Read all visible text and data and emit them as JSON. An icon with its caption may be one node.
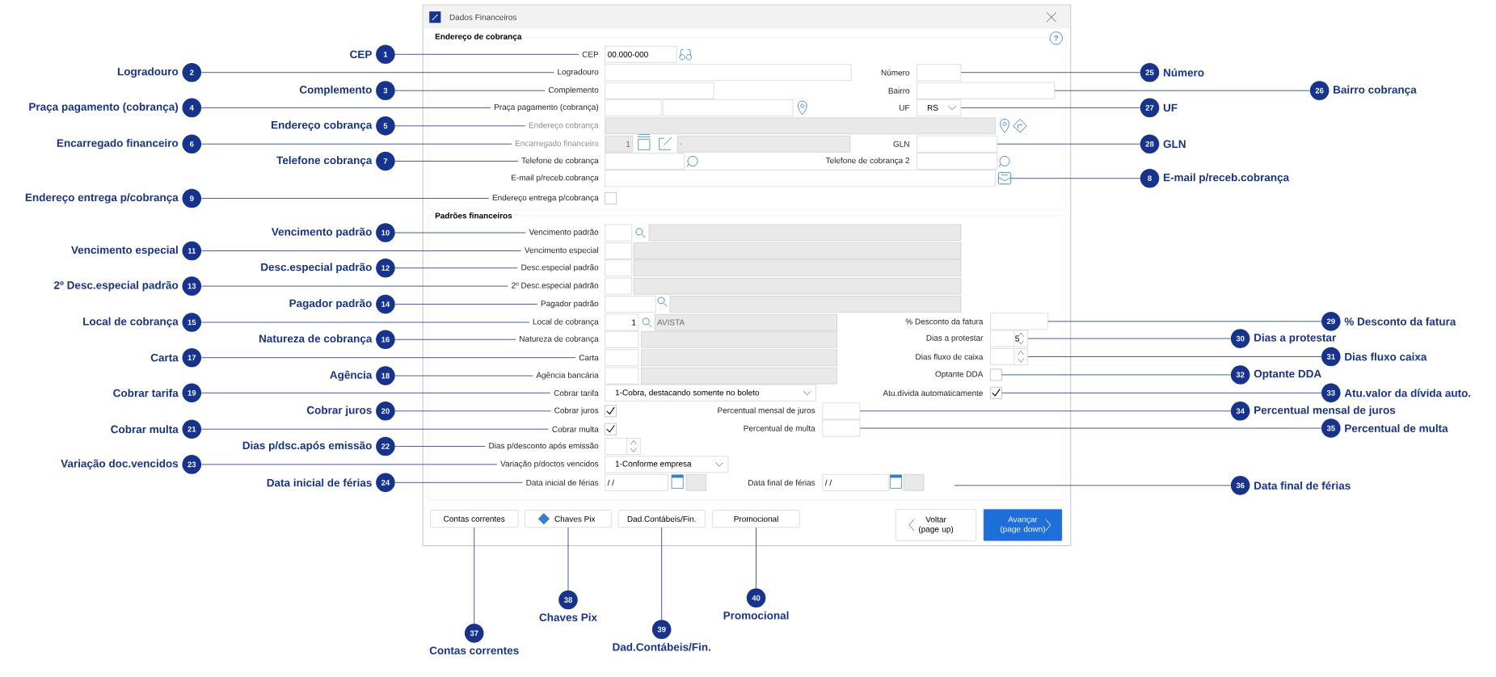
{
  "diagram": {
    "nodes": [
      {
        "text": [
          "Dados Financeiros"
        ]
      },
      {
        "text": [
          "?"
        ],
        "in": 0
      },
      {
        "text": [
          "Endereço de cobrança"
        ],
        "in": 0
      },
      {
        "text": [
          "Padrões financeiros"
        ],
        "in": 0
      },
      {
        "text": [
          "CEP"
        ],
        "in": 2
      },
      {
        "text": [
          "Logradouro"
        ],
        "in": 2
      },
      {
        "text": [
          "Complemento"
        ],
        "in": 2
      },
      {
        "text": [
          "Praça pagamento (cobrança)"
        ],
        "in": 2
      },
      {
        "text": [
          "Endereço cobrança"
        ],
        "in": 2
      },
      {
        "text": [
          "Encarregado financeiro"
        ],
        "in": 2
      },
      {
        "text": [
          "Telefone de cobrança"
        ],
        "in": 2
      },
      {
        "text": [
          "Endereço entrega p/cobrança"
        ],
        "in": 2
      },
      {
        "text": [
          "Vencimento padrão"
        ],
        "in": 3
      },
      {
        "text": [
          "Vencimento especial"
        ],
        "in": 3
      },
      {
        "text": [
          "Desc.especial padrão"
        ],
        "in": 3
      },
      {
        "text": [
          "2º Desc.especial padrão"
        ],
        "in": 3
      },
      {
        "text": [
          "Pagador padrão"
        ],
        "in": 3
      },
      {
        "text": [
          "Local de cobrança"
        ],
        "in": 3
      },
      {
        "text": [
          "Natureza de cobrança"
        ],
        "in": 3
      },
      {
        "text": [
          "Carta"
        ],
        "in": 3
      },
      {
        "text": [
          "Agência bancária"
        ],
        "in": 3
      },
      {
        "text": [
          "Cobrar tarifa"
        ],
        "in": 3
      },
      {
        "text": [
          "Cobrar juros"
        ],
        "in": 3
      },
      {
        "text": [
          "Cobrar multa"
        ],
        "in": 3
      },
      {
        "text": [
          "Dias p/desconto após emissão"
        ],
        "in": 3
      },
      {
        "text": [
          "Variação p/doctos vencidos"
        ],
        "in": 3
      },
      {
        "text": [
          "Data inicial de férias"
        ],
        "in": 3
      },
      {
        "text": [],
        "shape": "box",
        "in": 2
      },
      {
        "text": [],
        "shape": "box",
        "in": 2
      },
      {
        "text": [
          "RS"
        ],
        "in": 2
      },
      {
        "text": [],
        "shape": "box",
        "in": 2
      },
      {
        "text": [],
        "shape": "picture",
        "in": 2
      },
      {
        "text": [],
        "shape": "box",
        "in": 3
      },
      {
        "text": [
          "5"
        ],
        "in": 3
      },
      {
        "text": [],
        "shape": "box",
        "in": 3
      },
      {
        "text": [],
        "shape": "box",
        "in": 3
      },
      {
        "text": [],
        "shape": "box",
        "in": 3
      },
      {
        "text": [],
        "shape": "box",
        "in": 3
      },
      {
        "text": [],
        "shape": "box",
        "in": 3
      },
      {
        "text": [
          "00.000-000"
        ],
        "in": 2
      },
      {
        "text": [
          "1"
        ],
        "in": 2
      },
      {
        "text": [
          "."
        ],
        "in": 2
      },
      {
        "text": [
          "1"
        ],
        "in": 3
      },
      {
        "text": [
          "AVISTA"
        ],
        "in": 3
      },
      {
        "text": [
          "1-Cobra, destacando somente no boleto"
        ],
        "in": 3
      },
      {
        "text": [
          "1-Conforme empresa"
        ],
        "in": 3
      },
      {
        "text": [
          "/ /"
        ],
        "in": 3
      },
      {
        "text": [
          "/ /"
        ],
        "in": 3
      },
      {
        "text": [
          "Contas correntes"
        ],
        "in": 0
      },
      {
        "text": [
          "Chaves Pix"
        ],
        "in": 0
      },
      {
        "text": [
          "Dad.Contábeis/Fin."
        ],
        "in": 0
      },
      {
        "text": [
          "Promocional"
        ],
        "in": 0
      },
      {
        "text": [
          "Voltar (page up)"
        ],
        "in": 0
      },
      {
        "text": [
          "Avançar (page down)"
        ],
        "in": 0
      },
      {
        "text": [
          "1"
        ],
        "beside": [
          "CEP"
        ]
      },
      {
        "text": [
          "2"
        ],
        "beside": [
          "Logradouro"
        ]
      },
      {
        "text": [
          "3"
        ],
        "beside": [
          "Complemento"
        ]
      },
      {
        "text": [
          "4"
        ],
        "beside": [
          "Praça pagamento (cobrança)"
        ]
      },
      {
        "text": [
          "5"
        ],
        "beside": [
          "Endereço cobrança"
        ]
      },
      {
        "text": [
          "6"
        ],
        "beside": [
          "Encarregado financeiro"
        ]
      },
      {
        "text": [
          "7"
        ],
        "beside": [
          "Telefone cobrança"
        ]
      },
      {
        "text": [
          "8"
        ],
        "beside": [
          "E-mail p/receb.cobrança"
        ]
      },
      {
        "text": [
          "9"
        ],
        "beside": [
          "Endereço entrega p/cobrança"
        ]
      },
      {
        "text": [
          "10"
        ],
        "beside": [
          "Vencimento padrão"
        ]
      },
      {
        "text": [
          "11"
        ],
        "beside": [
          "Vencimento especial"
        ]
      },
      {
        "text": [
          "12"
        ],
        "beside": [
          "Desc.especial padrão"
        ]
      },
      {
        "text": [
          "13"
        ],
        "beside": [
          "2º Desc.especial padrão"
        ]
      },
      {
        "text": [
          "14"
        ],
        "beside": [
          "Pagador padrão"
        ]
      },
      {
        "text": [
          "15"
        ],
        "beside": [
          "Local de cobrança"
        ]
      },
      {
        "text": [
          "16"
        ],
        "beside": [
          "Natureza de cobrança"
        ]
      },
      {
        "text": [
          "17"
        ],
        "beside": [
          "Carta"
        ]
      },
      {
        "text": [
          "18"
        ],
        "beside": [
          "Agência"
        ]
      },
      {
        "text": [
          "19"
        ],
        "beside": [
          "Cobrar tarifa"
        ]
      },
      {
        "text": [
          "20"
        ],
        "beside": [
          "Cobrar juros"
        ]
      },
      {
        "text": [
          "21"
        ],
        "beside": [
          "Cobrar multa"
        ]
      },
      {
        "text": [
          "22"
        ],
        "beside": [
          "Dias p/dsc.após emissão"
        ]
      },
      {
        "text": [
          "23"
        ],
        "beside": [
          "Variação doc.vencidos"
        ]
      },
      {
        "text": [
          "24"
        ],
        "beside": [
          "Data inicial de férias"
        ]
      },
      {
        "text": [
          "25"
        ],
        "beside": [
          "Número"
        ]
      },
      {
        "text": [
          "26"
        ],
        "beside": [
          "Bairro cobrança"
        ]
      },
      {
        "text": [
          "27"
        ],
        "beside": [
          "UF"
        ]
      },
      {
        "text": [
          "28"
        ],
        "beside": [
          "GLN"
        ]
      },
      {
        "text": [
          "29"
        ],
        "beside": [
          "% Desconto da fatura"
        ]
      },
      {
        "text": [
          "30"
        ],
        "beside": [
          "Dias a protestar"
        ]
      },
      {
        "text": [
          "31"
        ],
        "beside": [
          "Dias fluxo caixa"
        ]
      },
      {
        "text": [
          "32"
        ],
        "beside": [
          "Optante DDA"
        ]
      },
      {
        "text": [
          "33"
        ],
        "beside": [
          "Atu.valor da dívida auto."
        ]
      },
      {
        "text": [
          "34"
        ],
        "beside": [
          "Percentual mensal de juros"
        ]
      },
      {
        "text": [
          "35"
        ],
        "beside": [
          "Percentual de multa"
        ]
      },
      {
        "text": [
          "36"
        ],
        "beside": [
          "Data final de férias"
        ]
      },
      {
        "text": [
          "37"
        ],
        "beside": [
          "Contas correntes"
        ]
      },
      {
        "text": [
          "38"
        ],
        "beside": [
          "Chaves Pix"
        ]
      },
      {
        "text": [
          "39"
        ],
        "beside": [
          "Dad.Contábeis/Fin."
        ]
      },
      {
        "text": [
          "40"
        ],
        "beside": [
          "Promocional"
        ]
      },
      {
        "text": [],
        "shape": "box",
        "in": 2
      },
      {
        "text": [],
        "shape": "box",
        "in": 2
      },
      {
        "text": [],
        "shape": "box",
        "in": 2
      },
      {
        "text": [],
        "shape": "box",
        "in": 2
      },
      {
        "text": [],
        "shape": "box",
        "in": 2
      },
      {
        "text": [],
        "shape": "box",
        "in": 2
      },
      {
        "text": [],
        "shape": "box",
        "in": 2
      },
      {
        "text": [],
        "shape": "box",
        "in": 2
      },
      {
        "text": [],
        "shape": "box",
        "in": 3
      },
      {
        "text": [],
        "shape": "box",
        "in": 3
      },
      {
        "text": [],
        "shape": "box",
        "in": 3
      },
      {
        "text": [],
        "shape": "box",
        "in": 3
      },
      {
        "text": [],
        "shape": "box",
        "in": 3
      },
      {
        "text": [],
        "shape": "box",
        "in": 3
      },
      {
        "text": [],
        "shape": "box",
        "in": 3
      },
      {
        "text": [],
        "shape": "box",
        "in": 3
      },
      {
        "text": [],
        "shape": "box",
        "in": 3
      },
      {
        "text": [],
        "shape": "box",
        "in": 3
      },
      {
        "text": [],
        "shape": "box",
        "in": 3
      },
      {
        "text": [],
        "shape": "box",
        "in": 3
      },
      {
        "text": [],
        "shape": "box",
        "in": 3
      },
      {
        "text": [],
        "shape": "box",
        "in": 3
      },
      {
        "text": [],
        "shape": "box",
        "in": 3
      },
      {
        "text": [],
        "shape": "box",
        "in": 3
      },
      {
        "text": [],
        "shape": "box",
        "in": 3
      },
      {
        "text": [],
        "shape": "box",
        "in": 3
      },
      {
        "text": [],
        "shape": "box",
        "in": 2
      },
      {
        "text": [],
        "shape": "box",
        "in": 3
      },
      {
        "text": [],
        "shape": "box",
        "in": 3
      },
      {
        "text": [],
        "shape": "box",
        "in": 3
      }
    ],
    "edges": [
      {
        "from": 54,
        "to": 4,
        "arrow": "none"
      },
      {
        "from": 55,
        "to": 5,
        "arrow": "none"
      },
      {
        "from": 56,
        "to": 6,
        "arrow": "none"
      },
      {
        "from": 57,
        "to": 7,
        "arrow": "none"
      },
      {
        "from": 58,
        "to": 8,
        "arrow": "none"
      },
      {
        "from": 59,
        "to": 9,
        "arrow": "none"
      },
      {
        "from": 60,
        "to": 10,
        "arrow": "none"
      },
      {
        "from": 61,
        "to": 31,
        "arrow": "none"
      },
      {
        "from": 62,
        "to": 11,
        "arrow": "none"
      },
      {
        "from": 63,
        "to": 12,
        "arrow": "none"
      },
      {
        "from": 64,
        "to": 13,
        "arrow": "none"
      },
      {
        "from": 65,
        "to": 14,
        "arrow": "none"
      },
      {
        "from": 66,
        "to": 15,
        "arrow": "none"
      },
      {
        "from": 67,
        "to": 16,
        "arrow": "none"
      },
      {
        "from": 68,
        "to": 17,
        "arrow": "none"
      },
      {
        "from": 69,
        "to": 18,
        "arrow": "none"
      },
      {
        "from": 70,
        "to": 19,
        "arrow": "none"
      },
      {
        "from": 71,
        "to": 20,
        "arrow": "none"
      },
      {
        "from": 72,
        "to": 21,
        "arrow": "none"
      },
      {
        "from": 73,
        "to": 22,
        "arrow": "none"
      },
      {
        "from": 74,
        "to": 23,
        "arrow": "none"
      },
      {
        "from": 75,
        "to": 24,
        "arrow": "none"
      },
      {
        "from": 76,
        "to": 25,
        "arrow": "none"
      },
      {
        "from": 77,
        "to": 26,
        "arrow": "none"
      },
      {
        "from": 78,
        "to": 27,
        "arrow": "none"
      },
      {
        "from": 79,
        "to": 28,
        "arrow": "none"
      },
      {
        "from": 80,
        "to": 29,
        "arrow": "none"
      },
      {
        "from": 81,
        "to": 30,
        "arrow": "none"
      },
      {
        "from": 82,
        "to": 32,
        "arrow": "none"
      },
      {
        "from": 83,
        "to": 33,
        "arrow": "none"
      },
      {
        "from": 84,
        "to": 34,
        "arrow": "none"
      },
      {
        "from": 85,
        "to": 35,
        "arrow": "none"
      },
      {
        "from": 86,
        "to": 36,
        "arrow": "none"
      },
      {
        "from": 87,
        "to": 37,
        "arrow": "none"
      },
      {
        "from": 88,
        "to": 38,
        "arrow": "none"
      },
      {
        "from": 89,
        "to": 3,
        "arrow": "none"
      },
      {
        "from": 90,
        "to": 48,
        "arrow": "none"
      },
      {
        "from": 91,
        "to": 49,
        "arrow": "none"
      },
      {
        "from": 92,
        "to": 50,
        "arrow": "none"
      },
      {
        "from": 93,
        "to": 51,
        "arrow": "none"
      }
    ],
    "labels": [
      "Número",
      "Bairro",
      "UF",
      "GLN",
      "Telefone de cobrança 2",
      "E-mail p/receb.cobrança",
      "% Desconto da fatura",
      "Dias a protestar",
      "Dias fluxo de caixa",
      "Optante DDA",
      "Atu.dívida automaticamente",
      "Percentual mensal de juros",
      "Percentual de multa",
      "Data final de férias"
    ]
  }
}
